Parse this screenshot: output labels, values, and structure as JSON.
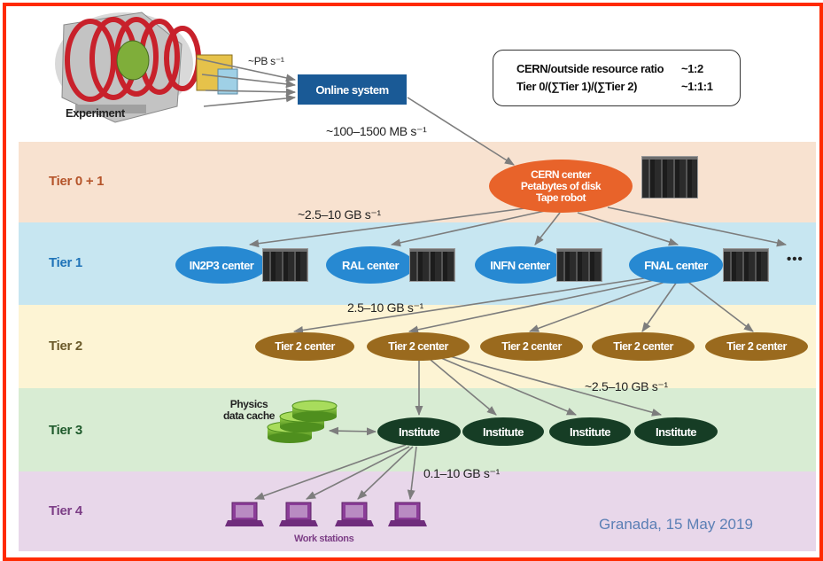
{
  "tiers": [
    {
      "name": "Tier 0 + 1",
      "color": "#b5542a"
    },
    {
      "name": "Tier 1",
      "color": "#1f73b8"
    },
    {
      "name": "Tier 2",
      "color": "#6b5a2a"
    },
    {
      "name": "Tier 3",
      "color": "#1f5a2c"
    },
    {
      "name": "Tier 4",
      "color": "#7c3e86"
    }
  ],
  "band_colors": [
    "#f8e2d0",
    "#c7e6f1",
    "#fdf4d4",
    "#d8ecd3",
    "#e8d7ea"
  ],
  "experiment": {
    "label": "Experiment",
    "rate": "~PB s⁻¹"
  },
  "online_system": {
    "label": "Online system"
  },
  "ratio_box": {
    "line1_label": "CERN/outside resource ratio",
    "line1_value": "~1:2",
    "line2_label": "Tier 0/(∑Tier 1)/(∑Tier 2)",
    "line2_value": "~1:1:1"
  },
  "rates": {
    "online_to_cern": "~100–1500 MB s⁻¹",
    "tier0_to_tier1": "~2.5–10 GB s⁻¹",
    "tier1_to_tier2": "2.5–10 GB s⁻¹",
    "tier2_to_tier3": "~2.5–10 GB s⁻¹",
    "tier3_to_tier4": "0.1–10 GB s⁻¹"
  },
  "cern_center": {
    "lines": [
      "CERN center",
      "Petabytes of disk",
      "Tape robot"
    ]
  },
  "tier1_centers": [
    "IN2P3 center",
    "RAL center",
    "INFN center",
    "FNAL center"
  ],
  "tier1_more": "•••",
  "tier2_centers": [
    "Tier 2 center",
    "Tier 2 center",
    "Tier 2 center",
    "Tier 2 center",
    "Tier 2 center"
  ],
  "tier3_institutes": [
    "Institute",
    "Institute",
    "Institute",
    "Institute"
  ],
  "physics_cache": {
    "lines": [
      "Physics",
      "data cache"
    ]
  },
  "workstations": {
    "label": "Work stations",
    "count": 4
  },
  "watermark": "Granada, 15 May 2019"
}
